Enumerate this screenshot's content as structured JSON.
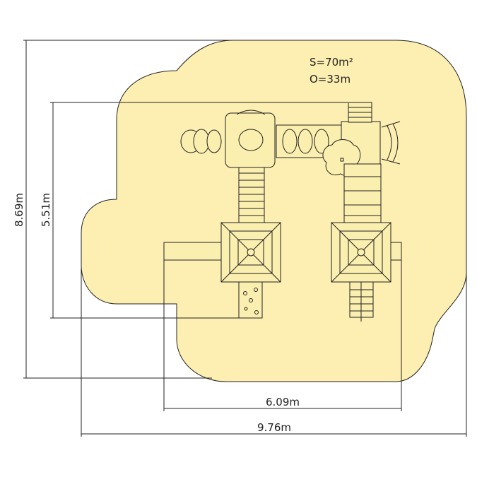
{
  "colors": {
    "zone_fill": "#fcefb1",
    "line": "#222222"
  },
  "annotations": {
    "area": "S=70m²",
    "perimeter": "O=33m"
  },
  "dimensions": {
    "total_height": "8.69m",
    "equipment_height": "5.51m",
    "equipment_width": "6.09m",
    "total_width": "9.76m"
  }
}
